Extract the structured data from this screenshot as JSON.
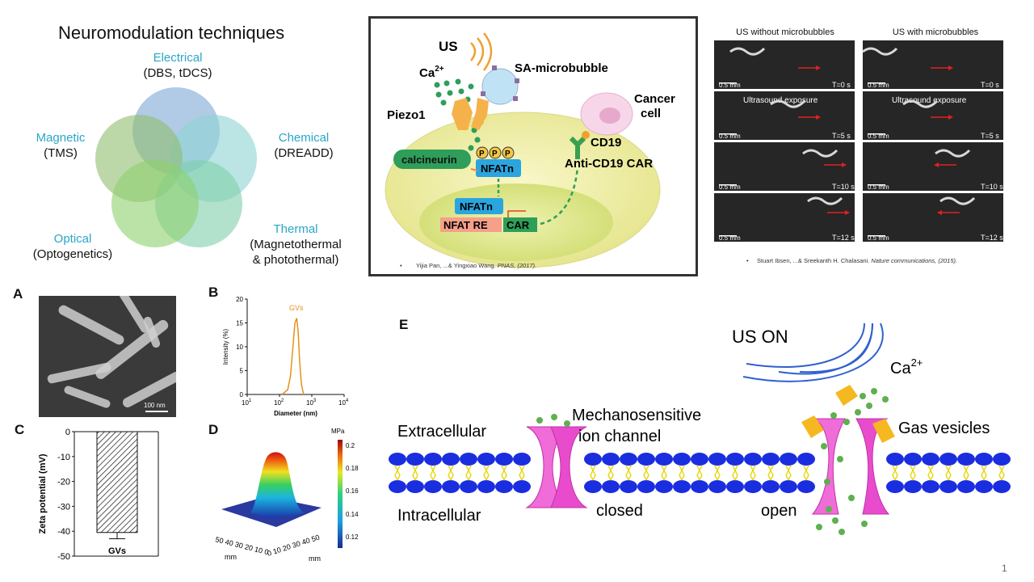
{
  "venn": {
    "title": "Neuromodulation techniques",
    "electrical": {
      "head": "Electrical",
      "sub": "(DBS, tDCS)"
    },
    "magnetic": {
      "head": "Magnetic",
      "sub": "(TMS)"
    },
    "chemical": {
      "head": "Chemical",
      "sub": "(DREADD)"
    },
    "optical": {
      "head": "Optical",
      "sub": "(Optogenetics)"
    },
    "thermal": {
      "head": "Thermal",
      "sub1": "(Magnetothermal",
      "sub2": "& photothermal)"
    }
  },
  "car_panel": {
    "us": "US",
    "ca": "Ca",
    "ca_sup": "2+",
    "microbubble": "SA-microbubble",
    "piezo": "Piezo1",
    "cancer1": "Cancer",
    "cancer2": "cell",
    "calcineurin": "calcineurin",
    "nfatn_top": "NFATn",
    "nfatn_nuc": "NFATn",
    "p": "P",
    "nfat_re": "NFAT RE",
    "car": "CAR",
    "cd19": "CD19",
    "anti_cd19": "Anti-CD19 CAR",
    "citation_authors": "Yijia Pan, ...& Yingxiao Wang.",
    "citation_journal": "PNAS, (2017)."
  },
  "worm_panel": {
    "col_left": "US without microbubbles",
    "col_right": "US with microbubbles",
    "exposure": "Ultrasound exposure",
    "scale": "0.5 mm",
    "times": [
      "T=0 s",
      "T=5 s",
      "T=10 s",
      "T=12 s"
    ],
    "citation_authors": "Stuart Ibsen, ...& Sreekanth H. Chalasani.",
    "citation_journal": "Nature communications, (2015)."
  },
  "panel_a": {
    "letter": "A",
    "scale": "100 nm"
  },
  "panel_b": {
    "letter": "B",
    "legend": "GVs",
    "ylabel": "Intensity (%)",
    "xlabel": "Diameter (nm)",
    "yticks": [
      "0",
      "5",
      "10",
      "15",
      "20"
    ],
    "xticks_base": [
      "10",
      "10",
      "10",
      "10"
    ],
    "xticks_exp": [
      "1",
      "2",
      "3",
      "4"
    ]
  },
  "panel_c": {
    "letter": "C",
    "ylabel": "Zeta potential (mV)",
    "yticks": [
      "0",
      "-10",
      "-20",
      "-30",
      "-40",
      "-50"
    ],
    "category": "GVs"
  },
  "panel_d": {
    "letter": "D",
    "unit": "MPa",
    "cbar_ticks": [
      "0.2",
      "0.18",
      "0.16",
      "0.14",
      "0.12"
    ],
    "axis_left": "50 40 30 20 10  0",
    "axis_right": "0 10 20 30 40 50",
    "mm": "mm"
  },
  "panel_e": {
    "letter": "E",
    "us_on": "US ON",
    "ca": "Ca",
    "ca_sup": "2+",
    "mech1": "Mechanosensitive",
    "mech2": "ion channel",
    "extracellular": "Extracellular",
    "intracellular": "Intracellular",
    "gas": "Gas vesicles",
    "closed": "closed",
    "open": "open"
  },
  "page_number": "1",
  "chart_data": [
    {
      "type": "line",
      "title": "",
      "series": [
        {
          "name": "GVs",
          "x": [
            120,
            180,
            220,
            260,
            300,
            340,
            380,
            420,
            480,
            560
          ],
          "values": [
            0,
            1,
            4,
            10,
            15,
            16,
            13,
            7,
            2,
            0
          ]
        }
      ],
      "xlabel": "Diameter (nm)",
      "ylabel": "Intensity (%)",
      "xscale": "log",
      "xlim": [
        10,
        10000
      ],
      "ylim": [
        0,
        20
      ]
    },
    {
      "type": "bar",
      "categories": [
        "GVs"
      ],
      "values": [
        -40.5
      ],
      "error": [
        2.5
      ],
      "ylabel": "Zeta potential (mV)",
      "ylim": [
        -50,
        0
      ]
    }
  ]
}
